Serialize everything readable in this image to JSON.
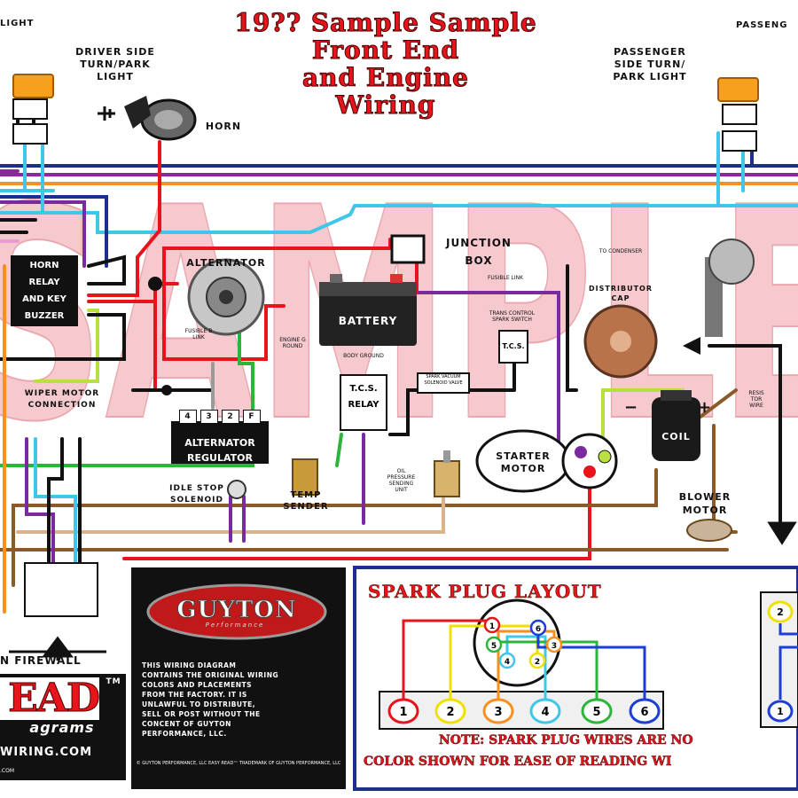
{
  "title": {
    "line1": "19?? Sample Sample",
    "line2": "Front End",
    "line3": "and Engine",
    "line4": "Wiring"
  },
  "watermark": "SAMPLE",
  "labels": {
    "light_left": "LIGHT",
    "driver_turn": "DRIVER SIDE\nTURN/PARK\nLIGHT",
    "horn": "HORN",
    "passenger_top": "PASSENG",
    "passenger_turn": "PASSENGER\nSIDE TURN/\nPARK LIGHT",
    "junction": "JUNCTION\nBOX",
    "fusible_link": "FUSIBLE LINK",
    "to_condenser": "TO CONDENSER",
    "alternator": "ALTERNATOR",
    "horn_relay": "HORN\nRELAY\nAND KEY\nBUZZER",
    "battery": "BATTERY",
    "engine_ground": "ENGINE GROUND",
    "body_ground": "BODY GROUND",
    "fusible_b": "FUSIBLE B\nLINK",
    "distributor_cap": "DISTRIBUTOR\nCAP",
    "trans_switch": "TRANS CONTROL\nSPARK SWITCH",
    "tcs_switch": "T.C.S.",
    "tcs_relay": "T.C.S.\nRELAY",
    "vacuum_valve": "SPARK VACUUM\nSOLENOID VALVE",
    "wiper": "WIPER MOTOR\nCONNECTION",
    "alt_reg": "ALTERNATOR\nREGULATOR",
    "reg_pins": [
      "4",
      "3",
      "2",
      "F"
    ],
    "idle_stop": "IDLE STOP\nSOLENOID",
    "temp_sender": "TEMP\nSENDER",
    "oil_sender": "OIL\nPRESSURE\nSENDING\nUNIT",
    "starter": "STARTER\nMOTOR",
    "coil": "COIL",
    "coil_minus": "−",
    "coil_plus": "+",
    "resistor_wire": "RESISTOR\nWIRE",
    "blower": "BLOWER\nMOTOR",
    "firewall": "N FIREWALL",
    "ez_read": "EAD",
    "ez_tm": "TM",
    "diagrams": "agrams",
    "wiring_com": "WIRING.COM",
    "com_small": ".COM",
    "guyton": "GUYTON",
    "performance": "Performance",
    "copyright": "THIS WIRING DIAGRAM\nCONTAINS THE ORIGINAL WIRING\nCOLORS AND PLACEMENTS\nFROM THE FACTORY. IT IS\nUNLAWFUL TO DISTRIBUTE,\nSELL OR POST WITHOUT THE\nCONCENT OF GUYTON\nPERFORMANCE, LLC.",
    "copyright_foot": "© GUYTON PERFORMANCE, LLC      EASY READ™ TRADEMARK OF GUYTON PERFORMANCE, LLC",
    "spark_layout": "SPARK PLUG LAYOUT",
    "spark_note1": "NOTE: SPARK PLUG WIRES ARE NO",
    "spark_note2": "COLOR SHOWN FOR EASE OF READING WI"
  },
  "spark": {
    "cap_numbers": [
      "1",
      "6",
      "5",
      "3",
      "4",
      "2"
    ],
    "plugs": [
      "1",
      "2",
      "3",
      "4",
      "5",
      "6"
    ],
    "right_plugs": [
      "2",
      "1"
    ],
    "plug_colors": [
      "#e8141b",
      "#f0e000",
      "#f7901e",
      "#3fc6e8",
      "#2bb53a",
      "#1b3fd6"
    ]
  },
  "colors": {
    "pink": "#f2b8be",
    "red": "#e8141b",
    "navy": "#1c2f8c",
    "orange": "#f7901e",
    "cyan": "#3fc6e8",
    "purple": "#7a2aa0",
    "lime": "#b8e040",
    "green": "#2bb53a",
    "brown": "#8b5a2b",
    "black": "#111111",
    "tan": "#d9b38c",
    "gray": "#9a9a9a"
  }
}
